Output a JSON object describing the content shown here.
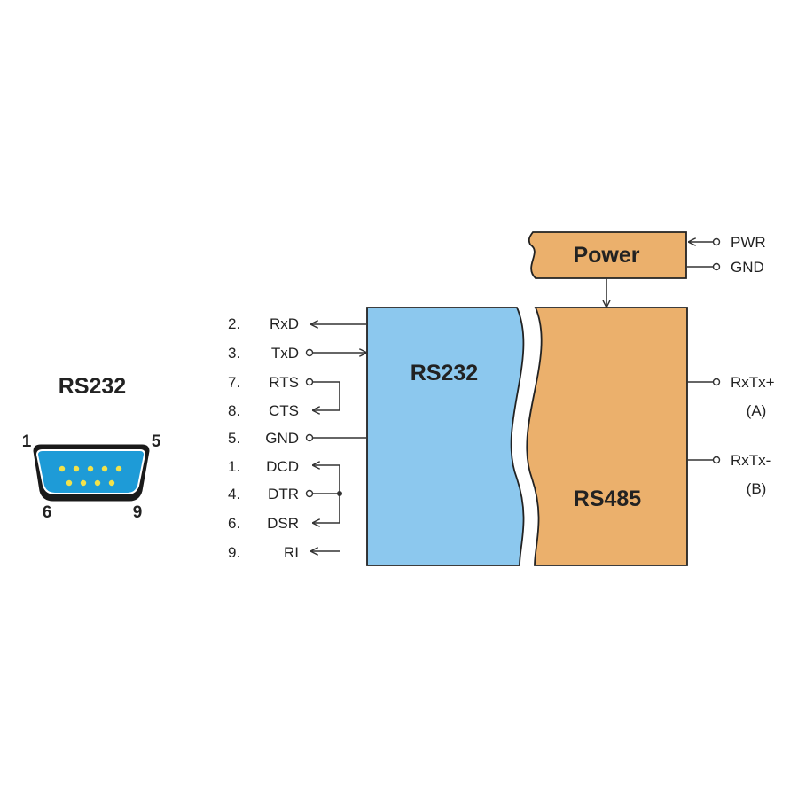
{
  "connector": {
    "title": "RS232",
    "pin_top_left": "1",
    "pin_top_right": "5",
    "pin_bottom_left": "6",
    "pin_bottom_right": "9",
    "colors": {
      "body": "#1e9bd7",
      "shell": "#1a1a1a",
      "pins": "#f2e24a"
    }
  },
  "pins": [
    {
      "num": "2.",
      "name": "RxD"
    },
    {
      "num": "3.",
      "name": "TxD"
    },
    {
      "num": "7.",
      "name": "RTS"
    },
    {
      "num": "8.",
      "name": "CTS"
    },
    {
      "num": "5.",
      "name": "GND"
    },
    {
      "num": "1.",
      "name": "DCD"
    },
    {
      "num": "4.",
      "name": "DTR"
    },
    {
      "num": "6.",
      "name": "DSR"
    },
    {
      "num": "9.",
      "name": "RI"
    }
  ],
  "rs232_block": {
    "label": "RS232",
    "color": "#8cc8ee"
  },
  "rs485_block": {
    "label": "RS485",
    "color": "#ebb06c"
  },
  "power_block": {
    "label": "Power",
    "color": "#ebb06c"
  },
  "power_inputs": {
    "pwr": "PWR",
    "gnd": "GND"
  },
  "rs485_outputs": {
    "plus": "RxTx+",
    "plus_sub": "(A)",
    "minus": "RxTx-",
    "minus_sub": "(B)"
  },
  "colors": {
    "line": "#333333",
    "border": "#222222"
  }
}
